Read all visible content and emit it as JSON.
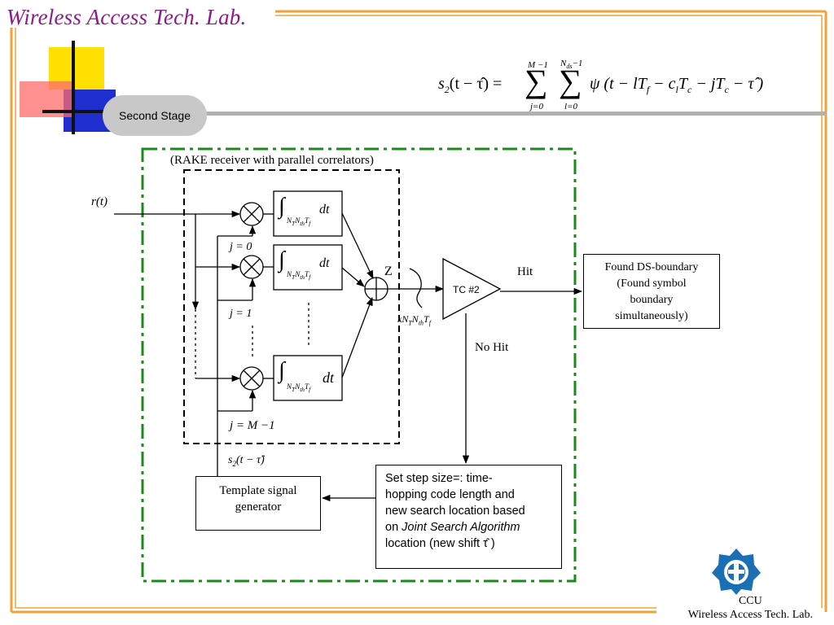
{
  "header": {
    "lab_title": "Wireless Access Tech. Lab.",
    "stage_label": "Second Stage"
  },
  "formula": {
    "lhs": "s",
    "lhs_sub": "2",
    "lhs_arg": "(t − τ̂) =",
    "sum1_top": "M −1",
    "sum1_bottom": "j=0",
    "sum2_top": "N",
    "sum2_top_sub": "ds",
    "sum2_top_tail": "−1",
    "sum2_bottom": "l=0",
    "rhs": "ψ (t − lT",
    "rhs_f": "f",
    "rhs_c": " − c",
    "rhs_l": "l",
    "rhs_T": "T",
    "rhs_csub": "c",
    "rhs_j": " − jT",
    "rhs_jsub": "c",
    "rhs_tail": " − τ̂ )"
  },
  "diagram": {
    "rake_caption": "(RAKE receiver with parallel correlators)",
    "input_label": "r(t)",
    "integrator_dt": "dt",
    "integrator_limit": "N",
    "integrator_limit_sub1": "T",
    "integrator_limit_mid": "N",
    "integrator_limit_sub2": "th",
    "integrator_limit_T": "T",
    "integrator_limit_sub3": "f",
    "branch_labels": [
      "j = 0",
      "j = 1",
      "j = M −1"
    ],
    "sum_label": "Z",
    "threshold_label": "TC #2",
    "threshold_value": "kN",
    "threshold_value_sub1": "T",
    "threshold_value_mid": "N",
    "threshold_value_sub2": "th",
    "threshold_value_T": "T",
    "threshold_value_sub3": "f",
    "hit_label": "Hit",
    "nohit_label": "No Hit",
    "template_ref": "s",
    "template_ref_sub": "2",
    "template_ref_arg": "(t − τ̂)",
    "found_box": [
      "Found DS-boundary",
      "(Found symbol",
      "boundary",
      "simultaneously)"
    ],
    "template_box": [
      "Template signal",
      "generator"
    ],
    "step_box": {
      "line1": "Set step size=: time-",
      "line2": "hopping code length and",
      "line3": "new search location based",
      "line4_prefix": "on ",
      "line4_italic": "Joint Search Algorithm",
      "line5": "location (new shift  τ̂ )"
    }
  },
  "footer": {
    "university": "CCU",
    "lab": "Wireless Access Tech. Lab."
  },
  "colors": {
    "title": "#8b1a8b",
    "frame_orange": "#f2a23a",
    "green_dash": "#1a8a1a"
  }
}
